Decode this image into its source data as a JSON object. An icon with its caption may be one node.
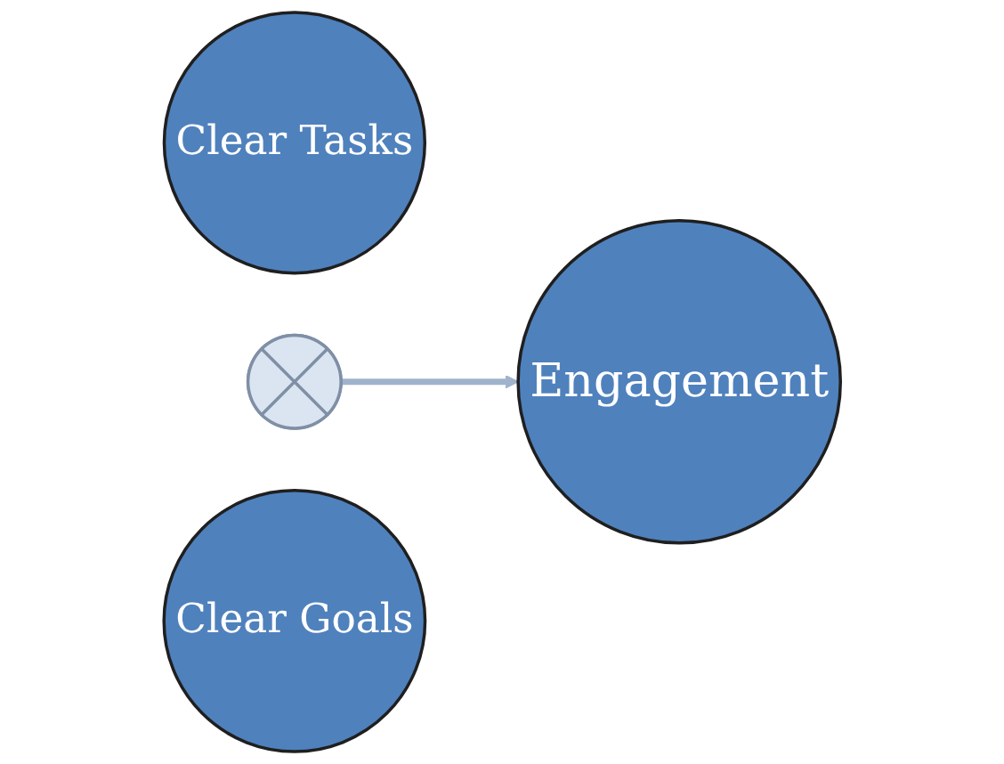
{
  "diagram": {
    "nodes": [
      {
        "text": [
          "Clear Tasks"
        ]
      },
      {
        "text": [],
        "shape": "cross"
      },
      {
        "text": [
          "Clear Goals"
        ]
      },
      {
        "text": [
          "Engagement"
        ]
      }
    ],
    "edges": [
      {
        "from": 1,
        "to": 3,
        "arrow": "to"
      }
    ]
  }
}
